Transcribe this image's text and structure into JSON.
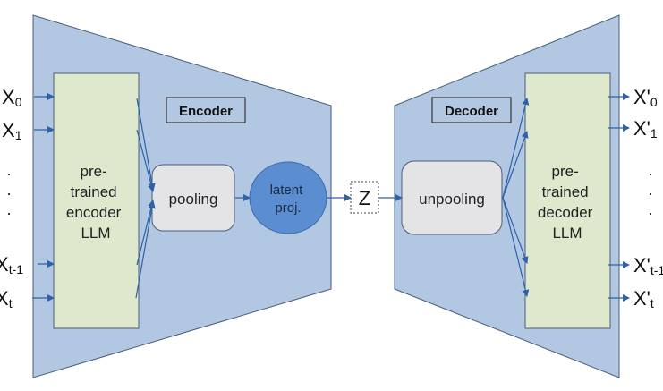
{
  "colors": {
    "trapezoid_fill": "#b2c7e1",
    "trapezoid_stroke": "#4a5d7a",
    "llm_fill": "#dde8cd",
    "pool_fill": "#e4e4e6",
    "latent_fill": "#5b8ed0",
    "arrow": "#2e62a8"
  },
  "encoder": {
    "label": "Encoder",
    "llm_lines": [
      "pre-",
      "trained",
      "encoder",
      "LLM"
    ],
    "pooling": "pooling",
    "latent_lines": [
      "latent",
      "proj."
    ]
  },
  "latent": {
    "label": "Z"
  },
  "decoder": {
    "label": "Decoder",
    "llm_lines": [
      "pre-",
      "trained",
      "decoder",
      "LLM"
    ],
    "unpooling": "unpooling"
  },
  "inputs": [
    {
      "base": "X",
      "sub": "0"
    },
    {
      "base": "X",
      "sub": "1"
    },
    {
      "base": "X",
      "sub": "t-1"
    },
    {
      "base": "X",
      "sub": "t"
    }
  ],
  "outputs": [
    {
      "base": "X'",
      "sub": "0"
    },
    {
      "base": "X'",
      "sub": "1"
    },
    {
      "base": "X'",
      "sub": "t-1"
    },
    {
      "base": "X'",
      "sub": "t"
    }
  ],
  "ellipsis": "."
}
